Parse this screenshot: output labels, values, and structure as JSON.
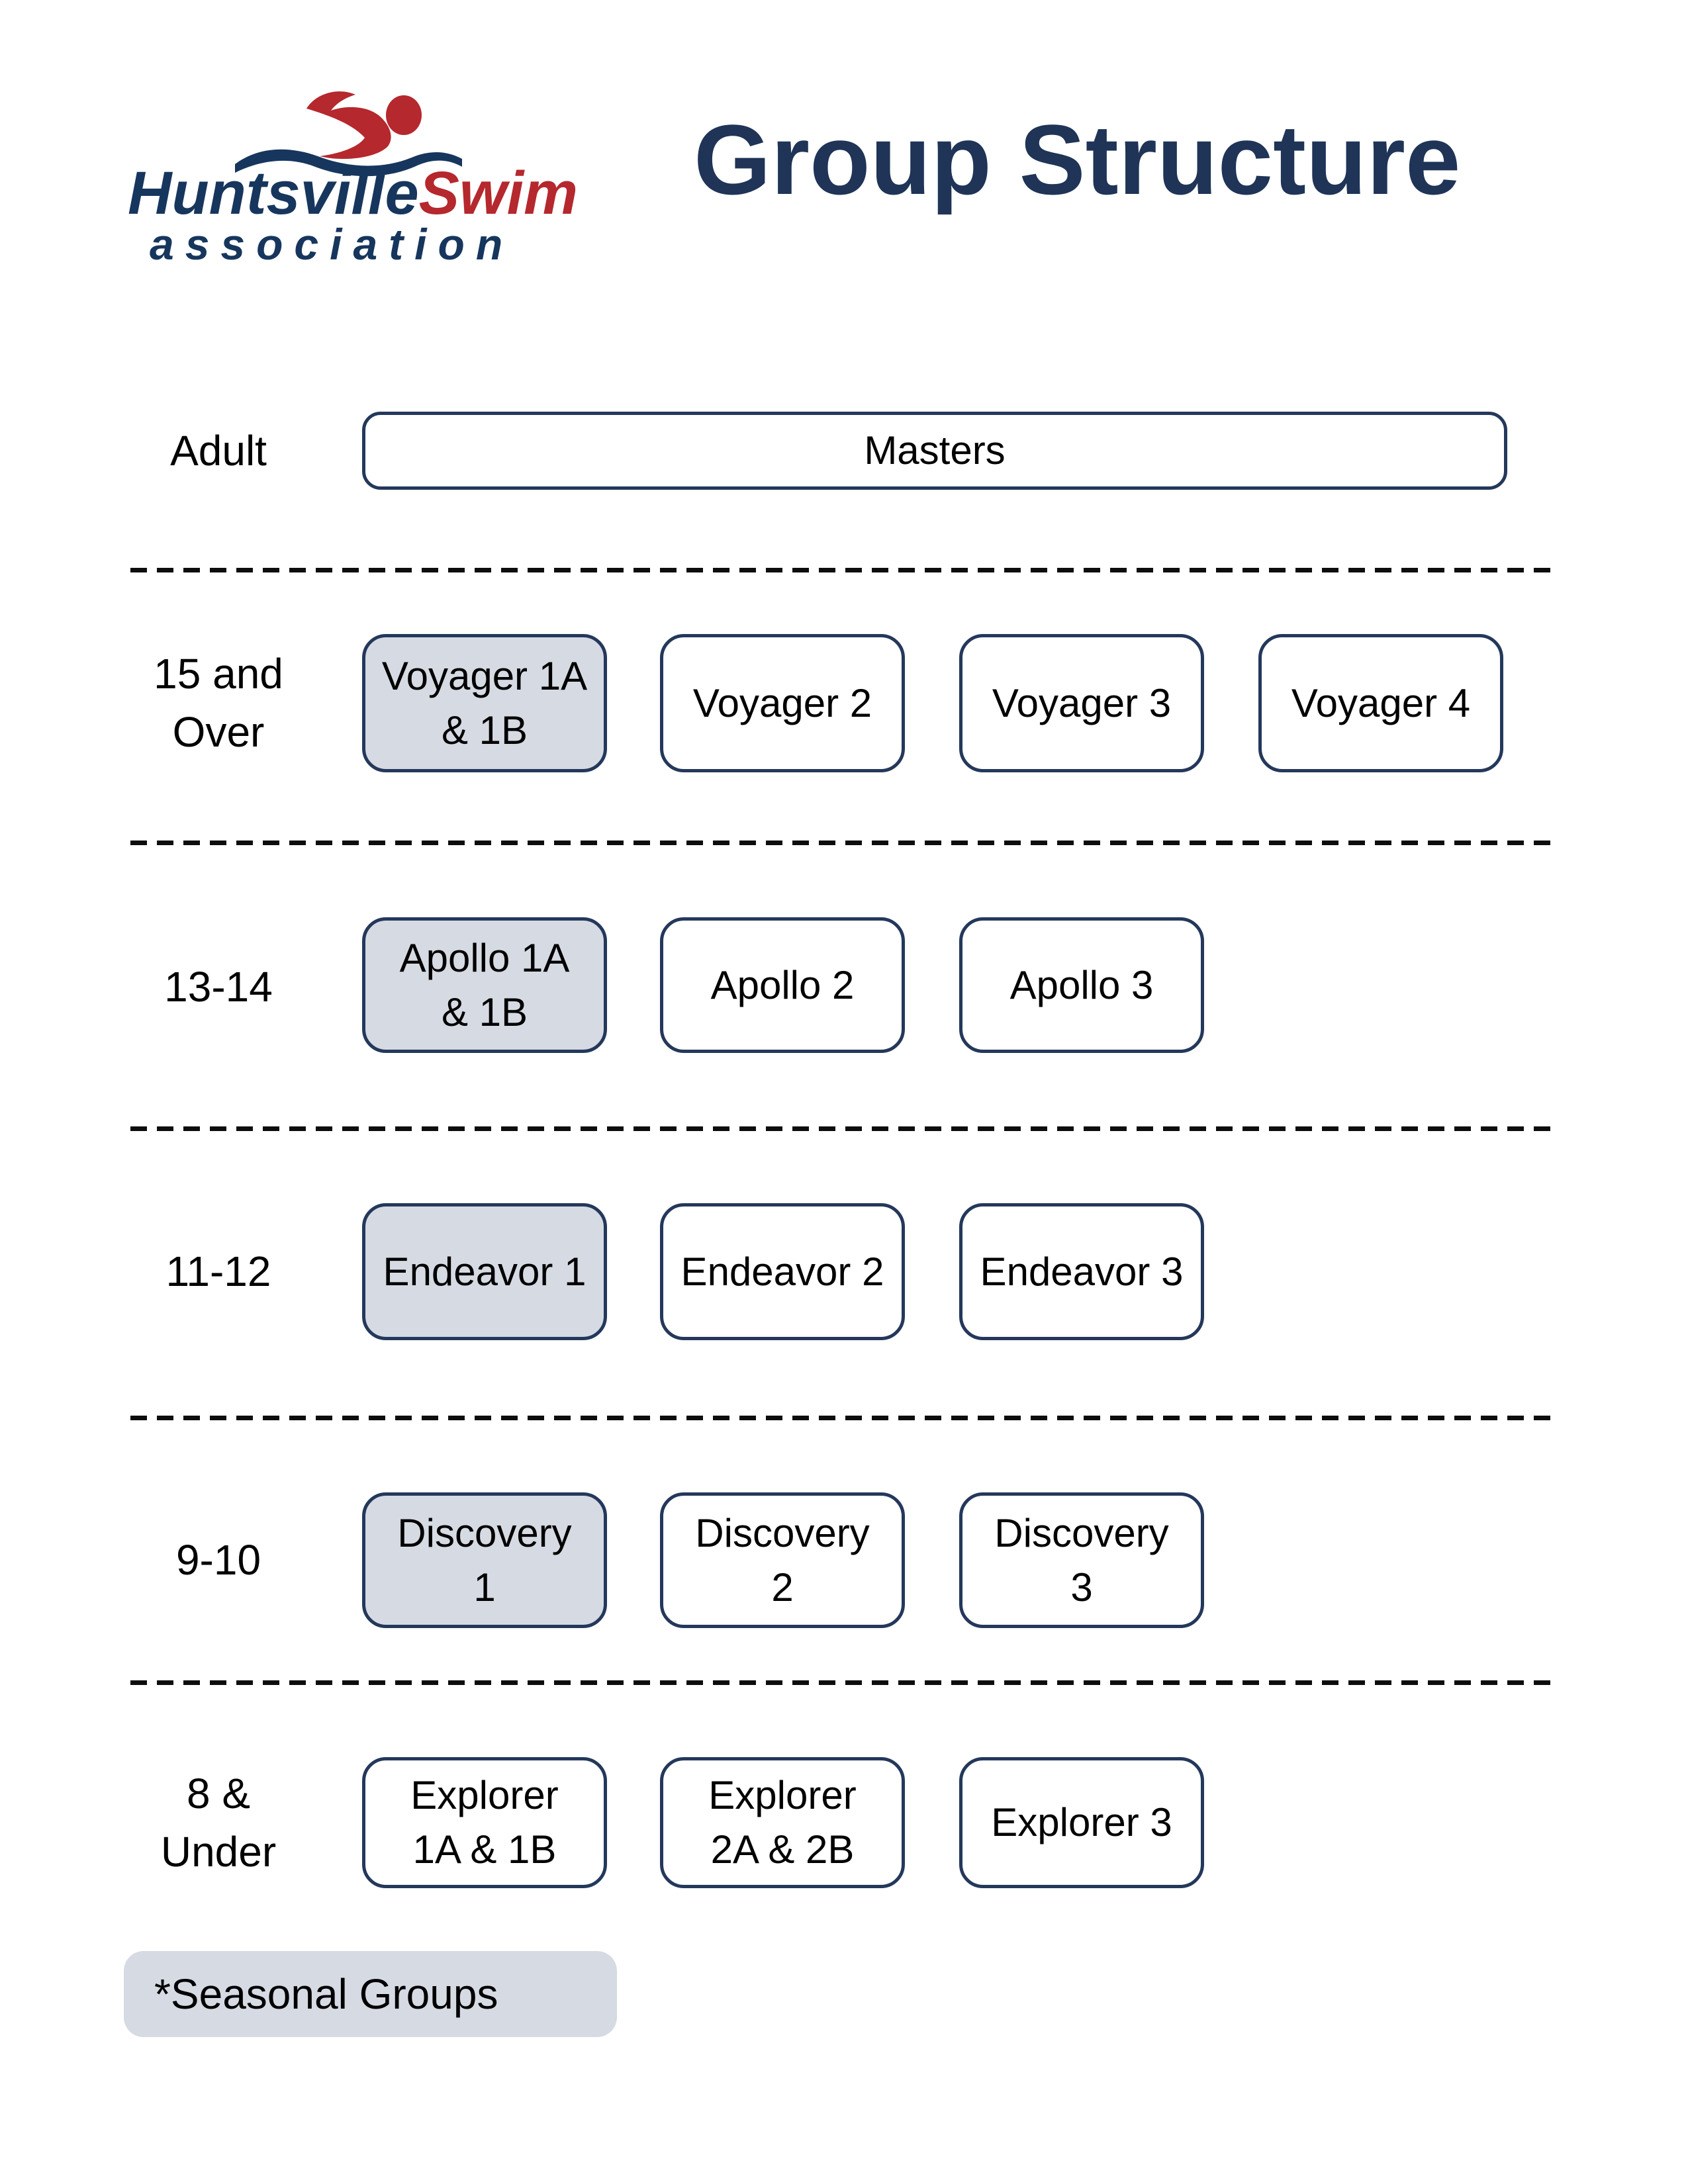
{
  "page": {
    "title": "Group Structure"
  },
  "logo": {
    "icon": "swimmer-wave-icon",
    "brand_primary": "Huntsville",
    "brand_secondary": "Swim",
    "brand_sub": "association"
  },
  "legend": {
    "label": "*Seasonal Groups"
  },
  "colors": {
    "navy_border": "#24385B",
    "navy_text": "#1F3456",
    "logo_navy": "#17365D",
    "logo_red": "#B5282E",
    "seasonal_box_gray": "#D6DAE3",
    "text_black": "#000000"
  },
  "rows": [
    {
      "label_lines": [
        "Adult"
      ],
      "boxes": [
        {
          "lines": [
            "Masters"
          ],
          "seasonal": false
        }
      ]
    },
    {
      "label_lines": [
        "15 and",
        "Over"
      ],
      "boxes": [
        {
          "lines": [
            "Voyager 1A",
            "& 1B"
          ],
          "seasonal": true
        },
        {
          "lines": [
            "Voyager 2"
          ],
          "seasonal": false
        },
        {
          "lines": [
            "Voyager 3"
          ],
          "seasonal": false
        },
        {
          "lines": [
            "Voyager 4"
          ],
          "seasonal": false
        }
      ]
    },
    {
      "label_lines": [
        "13-14"
      ],
      "boxes": [
        {
          "lines": [
            "Apollo 1A",
            "& 1B"
          ],
          "seasonal": true
        },
        {
          "lines": [
            "Apollo 2"
          ],
          "seasonal": false
        },
        {
          "lines": [
            "Apollo 3"
          ],
          "seasonal": false
        }
      ]
    },
    {
      "label_lines": [
        "11-12"
      ],
      "boxes": [
        {
          "lines": [
            "Endeavor 1"
          ],
          "seasonal": true
        },
        {
          "lines": [
            "Endeavor 2"
          ],
          "seasonal": false
        },
        {
          "lines": [
            "Endeavor 3"
          ],
          "seasonal": false
        }
      ]
    },
    {
      "label_lines": [
        "9-10"
      ],
      "boxes": [
        {
          "lines": [
            "Discovery",
            "1"
          ],
          "seasonal": true
        },
        {
          "lines": [
            "Discovery",
            "2"
          ],
          "seasonal": false
        },
        {
          "lines": [
            "Discovery",
            "3"
          ],
          "seasonal": false
        }
      ]
    },
    {
      "label_lines": [
        "8 &",
        "Under"
      ],
      "boxes": [
        {
          "lines": [
            "Explorer",
            "1A & 1B"
          ],
          "seasonal": false
        },
        {
          "lines": [
            "Explorer",
            "2A & 2B"
          ],
          "seasonal": false
        },
        {
          "lines": [
            "Explorer 3"
          ],
          "seasonal": false
        }
      ]
    }
  ]
}
